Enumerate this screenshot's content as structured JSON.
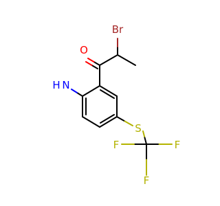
{
  "molecule": {
    "atom_labels": {
      "bromine": "Br",
      "oxygen": "O",
      "amino_h": "H",
      "amino_n": "N",
      "sulfur": "S",
      "fluorine_right": "F",
      "fluorine_left": "F",
      "fluorine_bottom": "F"
    },
    "colors": {
      "carbon_bond": "#000000",
      "bromine": "#a62929",
      "oxygen": "#ff0000",
      "nitrogen": "#0000ff",
      "sulfur": "#b2b200",
      "fluorine": "#b3b300"
    }
  }
}
